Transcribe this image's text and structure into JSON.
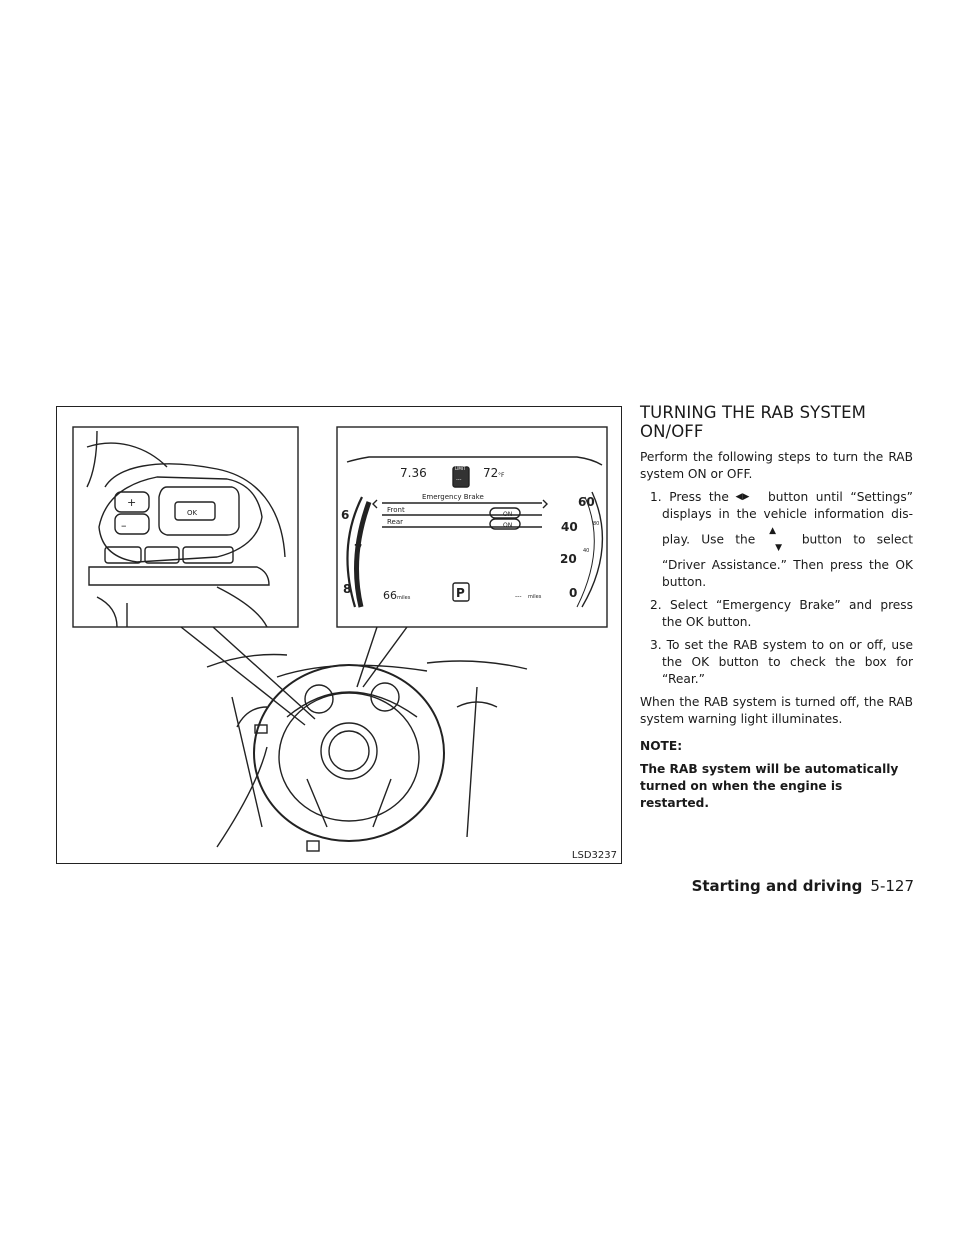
{
  "figure": {
    "id": "LSD3237",
    "display": {
      "time": "7.36",
      "limit_label": "LIMIT",
      "limit_value": "---",
      "temp": "72",
      "temp_unit": "°F",
      "menu_title": "Emergency Brake",
      "rows": [
        {
          "label": "Front",
          "state": "ON"
        },
        {
          "label": "Rear",
          "state": "ON"
        }
      ],
      "range": "66",
      "range_unit": "miles",
      "gear": "P",
      "fuel_value": "---",
      "fuel_unit": "miles",
      "tach_numbers": [
        "6",
        "7",
        "8"
      ],
      "speed_numbers": [
        "60",
        "40",
        "20",
        "0"
      ],
      "speed_small": [
        "80",
        "40"
      ]
    },
    "wheel": {
      "ok_label": "OK",
      "plus_label": "+",
      "minus_label": "–"
    }
  },
  "section": {
    "title_line1": "TURNING THE RAB SYSTEM",
    "title_line2": "ON/OFF",
    "intro": "Perform the following steps to turn the RAB system ON or OFF.",
    "steps": [
      {
        "num": "1.",
        "pre": "Press the",
        "icon": "left-right-arrows-icon",
        "post": "button until “Settings” displays in the vehicle information dis- play. Use the",
        "icon2": "up-down-arrows-icon",
        "post2": "button to select “Driver Assistance.” Then press the OK button."
      },
      {
        "num": "2.",
        "text": "Select “Emergency Brake” and press the OK button."
      },
      {
        "num": "3.",
        "text": "To set the RAB system to on or off, use the OK button to check the box for “Rear.”"
      }
    ],
    "outro": "When the RAB system is turned off, the RAB system warning light illuminates.",
    "note_heading": "NOTE:",
    "note_body": "The RAB system will be automatically turned on when the engine is restarted."
  },
  "footer": {
    "section": "Starting and driving",
    "page": "5-127"
  }
}
